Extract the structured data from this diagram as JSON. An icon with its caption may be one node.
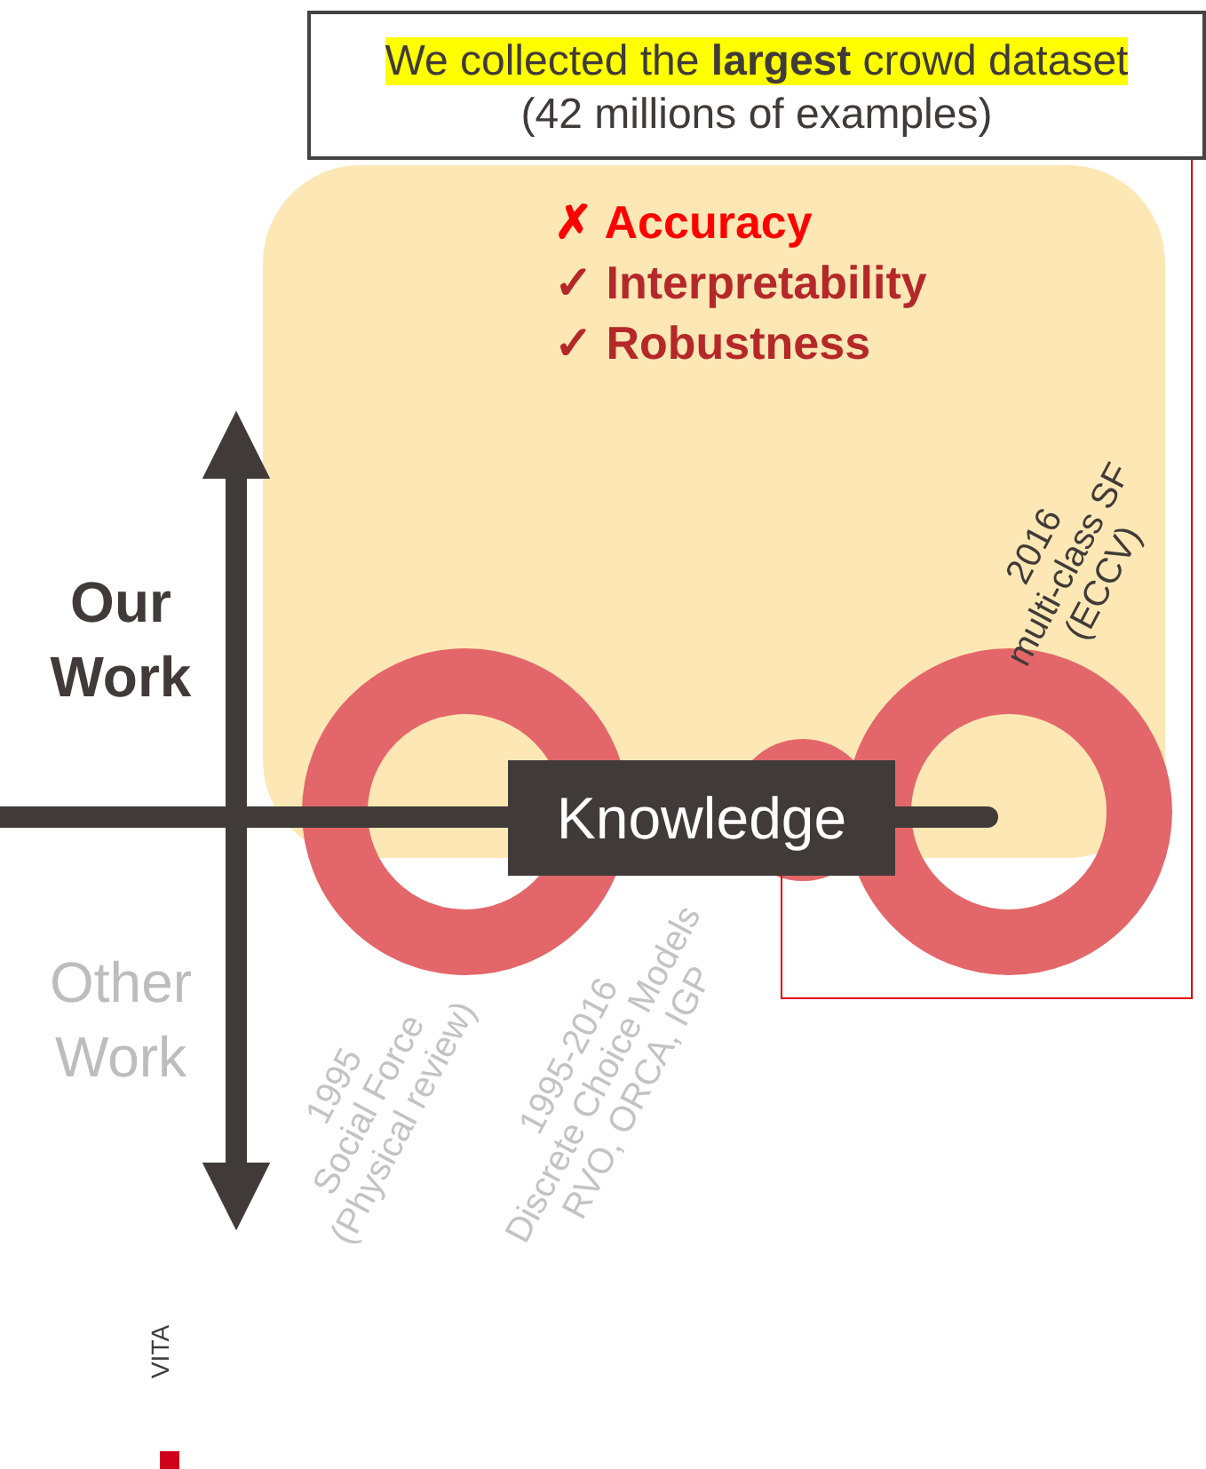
{
  "diagram": {
    "nodes": [
      {
        "text": [
          "We collected the **largest** crowd dataset",
          "(42 millions of examples)"
        ]
      },
      {
        "text": [
          "✗ Accuracy",
          "✓ Interpretability",
          "✓ Robustness"
        ]
      },
      {
        "text": [],
        "shape": "circle",
        "beside": [
          "1995",
          "Social Force",
          "(Physical review)"
        ]
      },
      {
        "text": [],
        "shape": "circle",
        "beside": [
          "1995-2016",
          "Discrete Choice Models",
          "RVO, ORCA, IGP"
        ]
      },
      {
        "text": [],
        "shape": "circle",
        "beside": [
          "2016",
          "multi-class SF",
          "(ECCV)"
        ]
      },
      {
        "text": [
          "Knowledge"
        ]
      }
    ],
    "edges": [
      {
        "from": 0,
        "to": 5,
        "arrow": "none"
      }
    ],
    "labels": [
      "Our Work",
      "Other Work",
      "VITA"
    ]
  }
}
